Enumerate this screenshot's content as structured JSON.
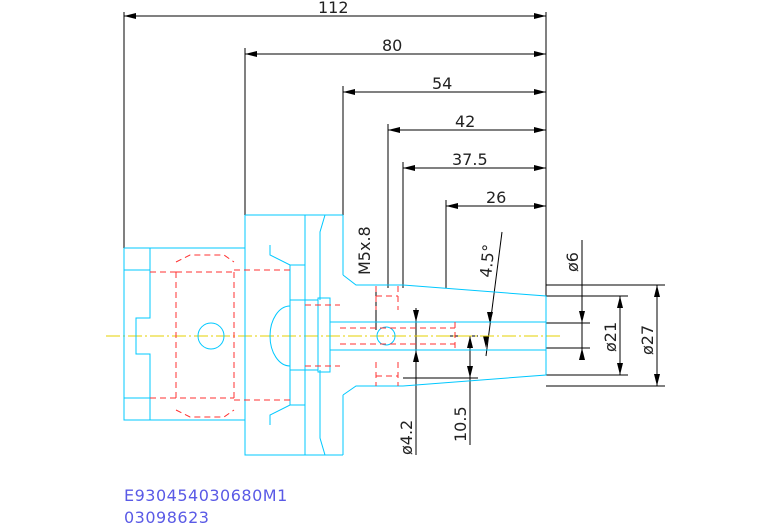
{
  "dimensions": {
    "overall_length": "112",
    "d80": "80",
    "d54": "54",
    "d42": "42",
    "d37_5": "37.5",
    "d26": "26",
    "thread": "M5x.8",
    "angle": "4.5°",
    "dia6": "ø6",
    "dia21": "ø21",
    "dia27": "ø27",
    "dia4_2": "ø4.2",
    "len10_5": "10.5"
  },
  "footer": {
    "part_number": "E930454030680M1",
    "code": "03098623"
  },
  "colors": {
    "body_outline": "#00c8ff",
    "hidden_lines": "#ff3030",
    "centerline": "#e6d000",
    "dimension_lines": "#000000",
    "part_text": "#5a5ae6"
  }
}
